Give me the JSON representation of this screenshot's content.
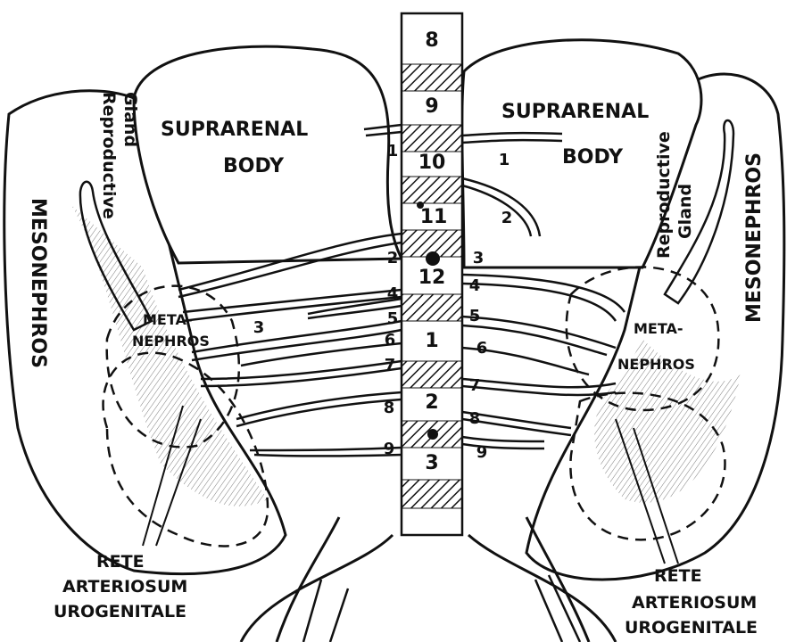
{
  "labels": {
    "suprarenal_left_line1": "SUPRARENAL",
    "suprarenal_left_line2": "BODY",
    "suprarenal_right_line1": "SUPRARENAL",
    "suprarenal_right_line2": "BODY",
    "reproductive_left_line1": "Reproductive",
    "reproductive_left_line2": "Gland",
    "reproductive_right_line1": "Reproductive",
    "reproductive_right_line2": "Gland",
    "mesonephros_left": "MESONEPHROS",
    "mesonephros_right": "MESONEPHROS",
    "metanephros_left_line1": "META-",
    "metanephros_left_line2": "NEPHROS",
    "metanephros_right_line1": "META-",
    "metanephros_right_line2": "NEPHROS",
    "rete_left_line1": "RETE",
    "rete_left_line2": "ARTERIOSUM",
    "rete_left_line3": "UROGENITALE",
    "rete_right_line1": "RETE",
    "rete_right_line2": "ARTERIOSUM",
    "rete_right_line3": "UROGENITALE"
  },
  "vertebrae": [
    "8",
    "9",
    "10",
    "11",
    "12",
    "1",
    "2",
    "3"
  ],
  "arteries_left": [
    "1",
    "2",
    "3",
    "4",
    "5",
    "6",
    "7",
    "8",
    "9"
  ],
  "arteries_right": [
    "1",
    "2",
    "3",
    "4",
    "5",
    "6",
    "7",
    "8",
    "9"
  ]
}
